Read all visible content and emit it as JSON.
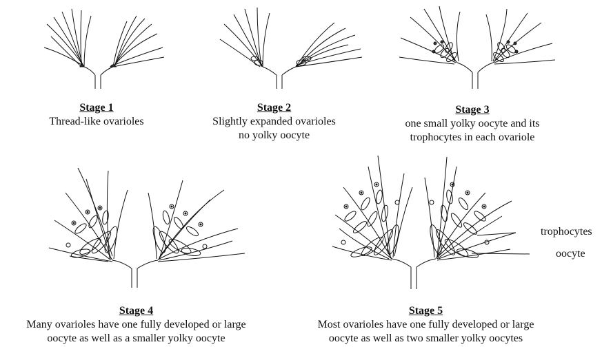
{
  "stages": [
    {
      "title": "Stage 1",
      "lines": [
        "Thread-like ovarioles"
      ]
    },
    {
      "title": "Stage 2",
      "lines": [
        "Slightly expanded ovarioles",
        "no yolky oocyte"
      ]
    },
    {
      "title": "Stage 3",
      "lines": [
        "one small yolky oocyte and its",
        "trophocytes in each ovariole"
      ]
    },
    {
      "title": "Stage 4",
      "lines": [
        "Many ovarioles have one fully developed or large",
        "oocyte as well as a smaller yolky oocyte"
      ]
    },
    {
      "title": "Stage 5",
      "lines": [
        "Most ovarioles have one fully developed or large",
        "oocyte as well as two smaller yolky oocytes"
      ]
    }
  ],
  "labels": {
    "trophocytes": "trophocytes",
    "oocyte": "oocyte"
  }
}
